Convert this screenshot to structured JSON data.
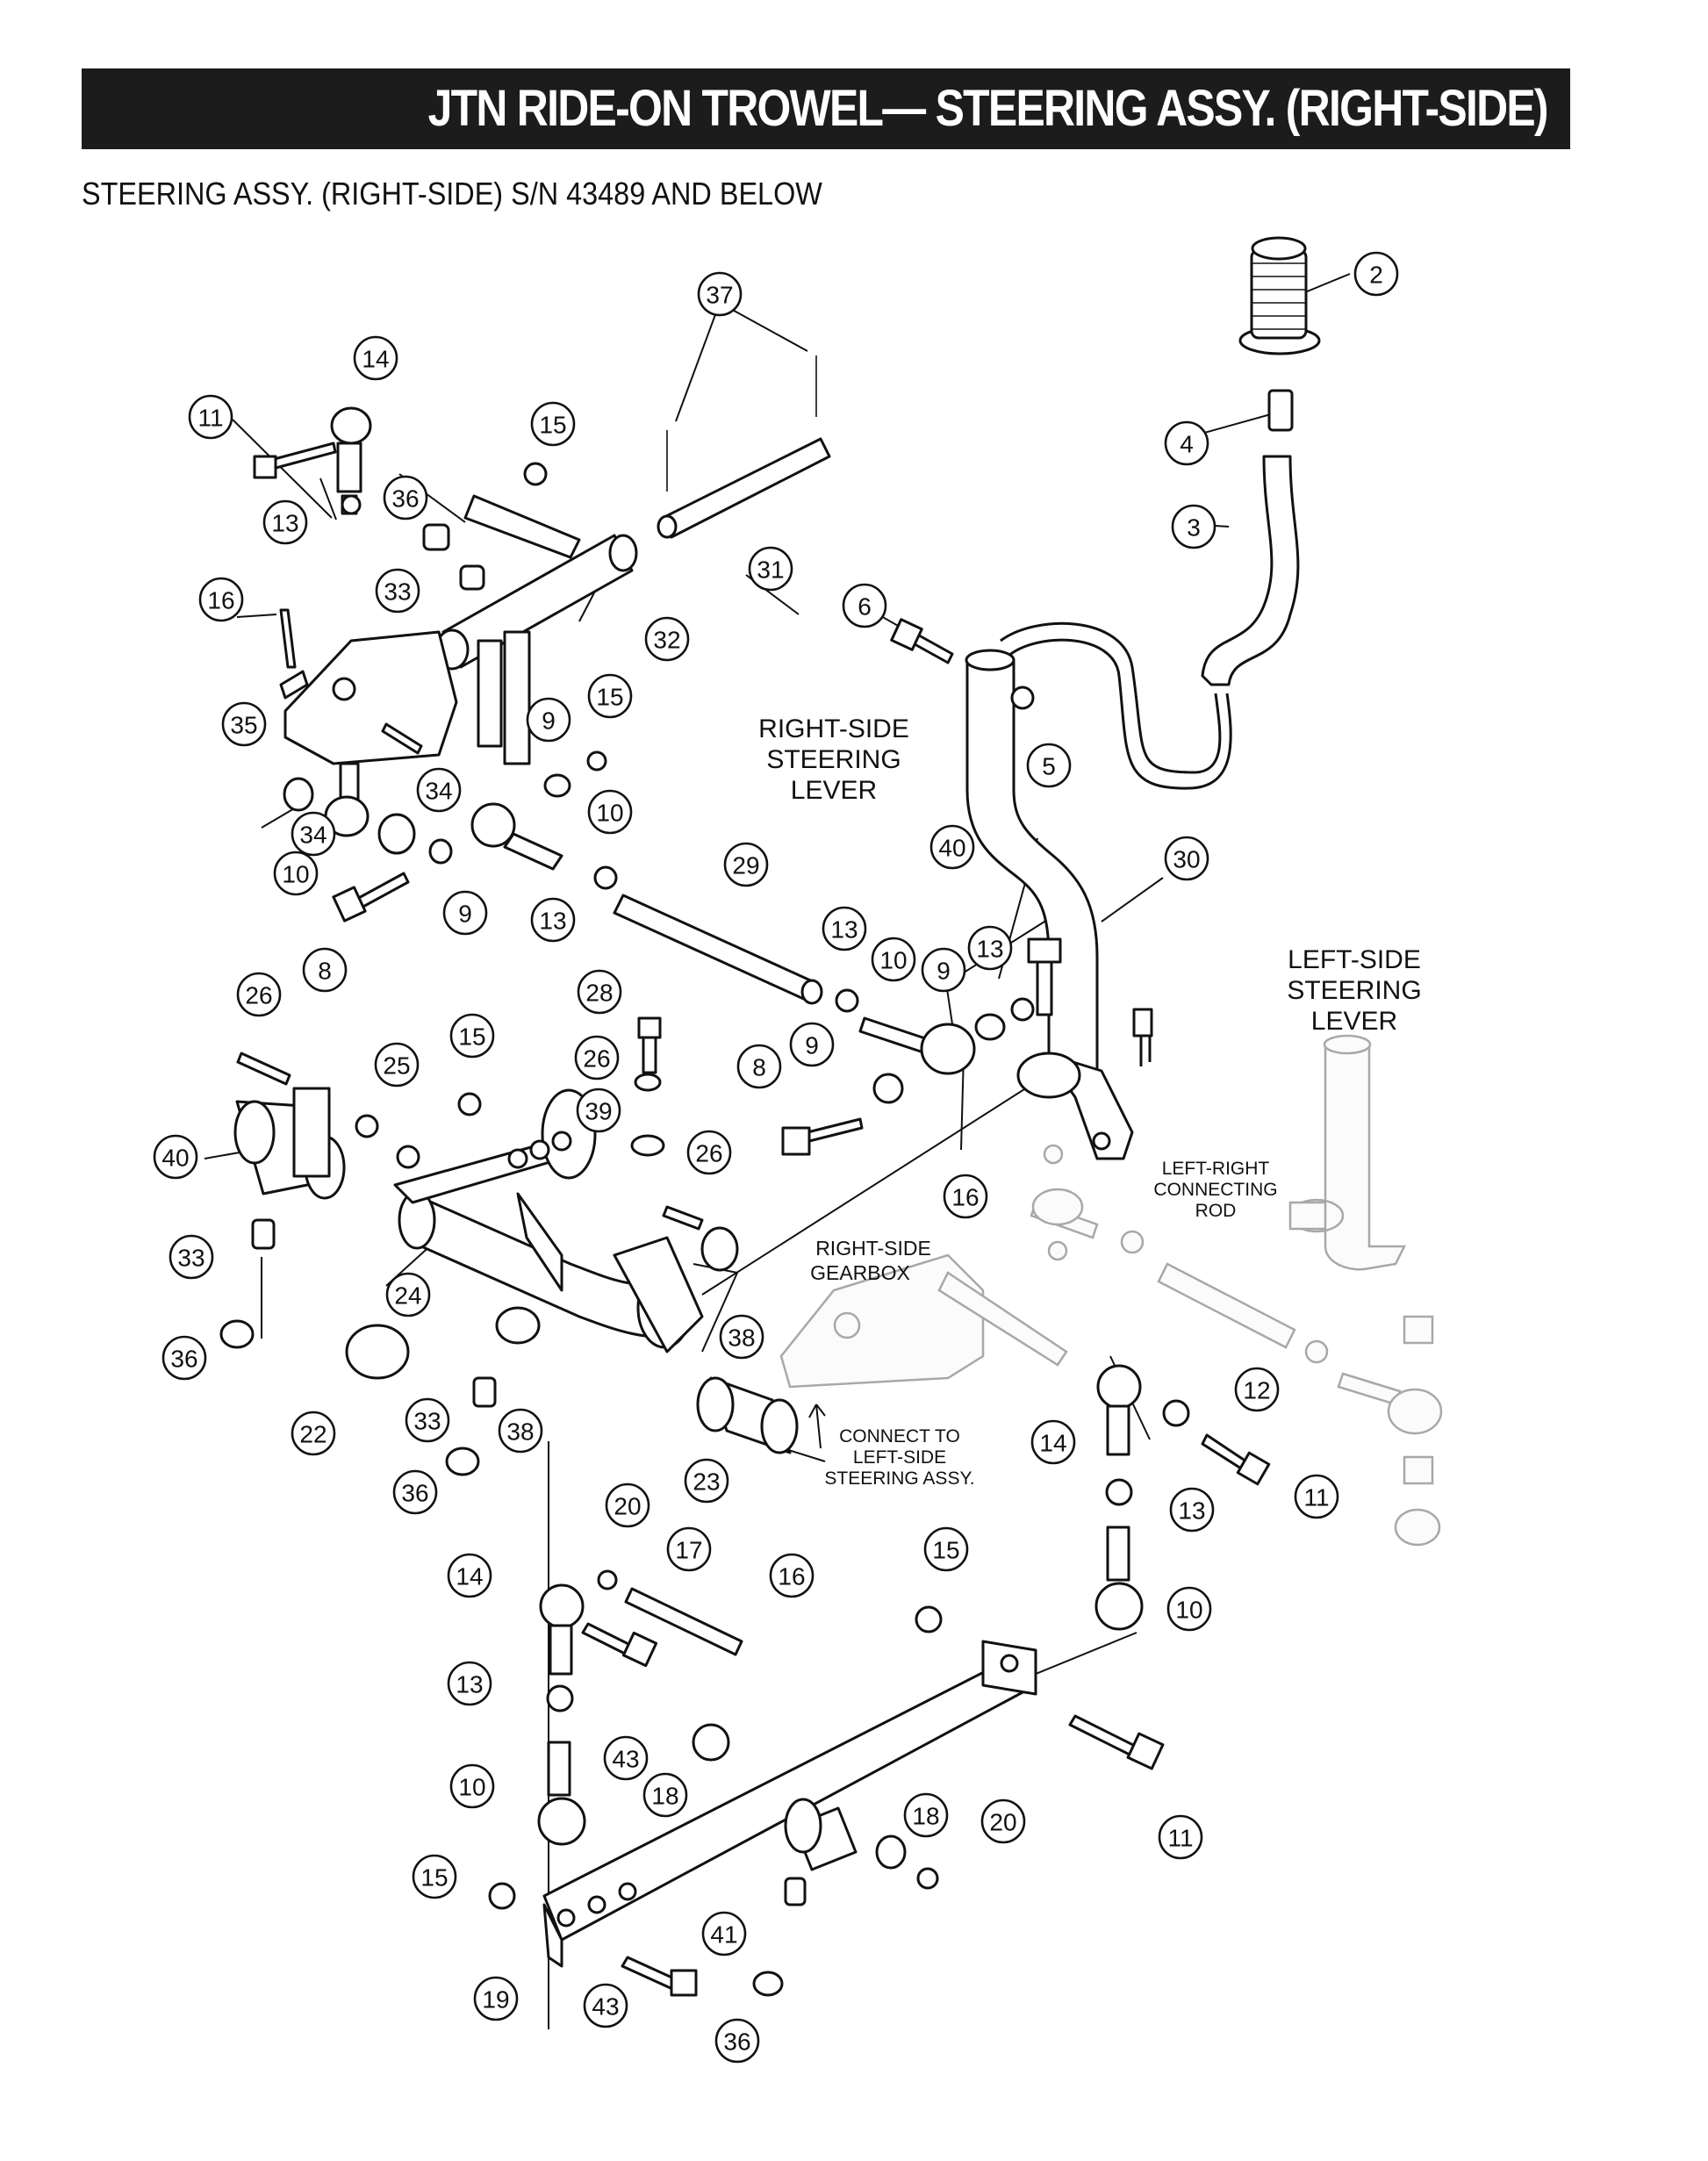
{
  "header": {
    "title": "JTN RIDE-ON TROWEL— STEERING ASSY. (RIGHT-SIDE)",
    "subtitle": "STEERING  ASSY. (RIGHT-SIDE) S/N 43489 AND BELOW"
  },
  "labels": {
    "right_lever": [
      "RIGHT-SIDE",
      "STEERING",
      "LEVER"
    ],
    "left_lever": [
      "LEFT-SIDE",
      "STEERING",
      "LEVER"
    ],
    "connecting_rod": [
      "LEFT-RIGHT",
      "CONNECTING",
      "ROD"
    ],
    "gearbox": [
      "RIGHT-SIDE",
      "GEARBOX"
    ],
    "connect": [
      "CONNECT TO",
      "LEFT-SIDE",
      "STEERING ASSY."
    ]
  },
  "callouts": [
    "37",
    "14",
    "11",
    "15",
    "13",
    "36",
    "16",
    "33",
    "32",
    "31",
    "2",
    "4",
    "3",
    "6",
    "35",
    "9",
    "15",
    "5",
    "34",
    "34",
    "10",
    "10",
    "8",
    "9",
    "13",
    "29",
    "40",
    "30",
    "13",
    "10",
    "9",
    "13",
    "26",
    "15",
    "25",
    "28",
    "26",
    "39",
    "9",
    "8",
    "40",
    "26",
    "16",
    "33",
    "24",
    "38",
    "36",
    "33",
    "22",
    "38",
    "23",
    "36",
    "12",
    "14",
    "11",
    "13",
    "20",
    "17",
    "16",
    "15",
    "10",
    "14",
    "13",
    "43",
    "18",
    "10",
    "18",
    "20",
    "11",
    "15",
    "41",
    "19",
    "43",
    "36"
  ]
}
